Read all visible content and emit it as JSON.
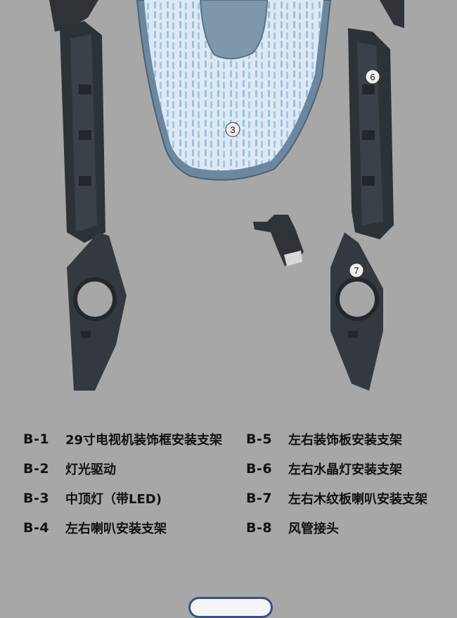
{
  "callouts": {
    "c3": "3",
    "c6": "6",
    "c7": "7"
  },
  "parts": [
    {
      "code": "B-1",
      "name": "29寸电视机装饰框安装支架"
    },
    {
      "code": "B-2",
      "name": "灯光驱动"
    },
    {
      "code": "B-3",
      "name": "中顶灯（带LED)"
    },
    {
      "code": "B-4",
      "name": "左右喇叭安装支架"
    },
    {
      "code": "B-5",
      "name": "左右装饰板安装支架"
    },
    {
      "code": "B-6",
      "name": "左右水晶灯安装支架"
    },
    {
      "code": "B-7",
      "name": "左右木纹板喇叭安装支架"
    },
    {
      "code": "B-8",
      "name": "风管接头"
    }
  ],
  "colors": {
    "background": "#a7a7a7",
    "accent": "#3a4f8c"
  }
}
